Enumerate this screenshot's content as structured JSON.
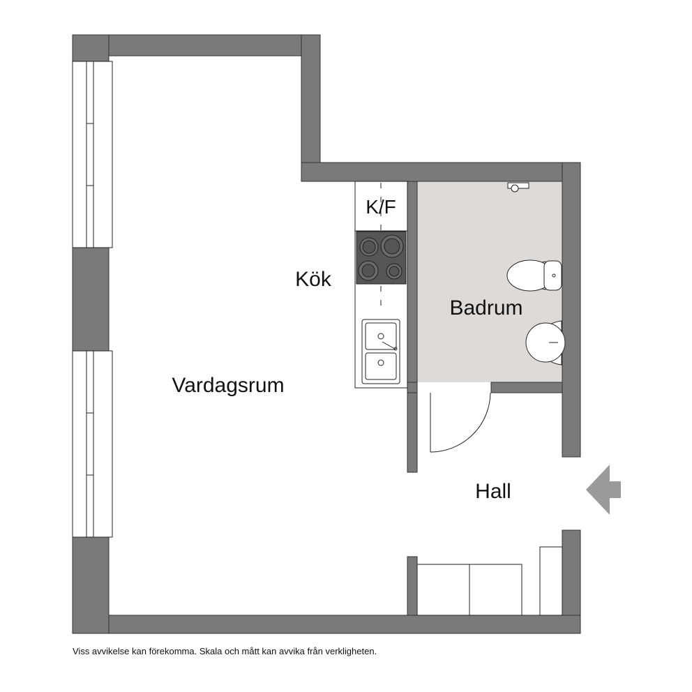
{
  "rooms": {
    "living": "Vardagsrum",
    "kitchen": "Kök",
    "fridge_freezer": "K/F",
    "bathroom": "Badrum",
    "hall": "Hall"
  },
  "footer": {
    "disclaimer": "Viss avvikelse kan förekomma. Skala och mått kan avvika från verkligheten."
  },
  "colors": {
    "wall": "#7a7a7a",
    "bathroom_floor": "#dedad7",
    "stove_top": "#555555",
    "entrance_arrow": "#9a9a9a"
  },
  "icons": {
    "entrance": "entrance-arrow-icon",
    "toilet": "toilet-icon",
    "sink": "washbasin-icon",
    "stove": "stove-icon",
    "kitchen_sink": "kitchen-sink-icon"
  }
}
